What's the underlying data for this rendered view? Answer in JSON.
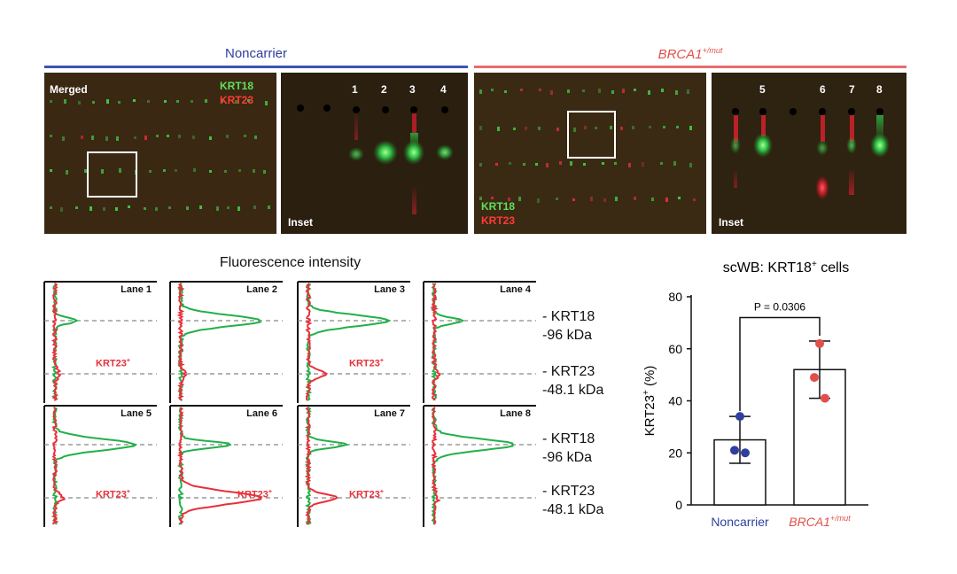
{
  "groups": {
    "noncarrier": {
      "label": "Noncarrier",
      "color": "#2f3f9e"
    },
    "brca1": {
      "label": "BRCA1",
      "superscript": "+/mut",
      "color": "#e0504a"
    }
  },
  "blots": {
    "merged_label": "Merged",
    "inset_label": "Inset",
    "legend_green": "KRT18",
    "legend_red": "KRT23",
    "noncarrier_lanes": [
      "1",
      "2",
      "3",
      "4"
    ],
    "brca1_lanes": [
      "5",
      "6",
      "7",
      "8"
    ]
  },
  "fluorescence": {
    "title": "Fluorescence intensity",
    "krt23_tag": "KRT23",
    "krt23_sup": "+",
    "lanes": [
      {
        "label": "Lane 1",
        "green_peak": 0.25,
        "red_peak": 0.05,
        "red_tag": true,
        "tag_under": true
      },
      {
        "label": "Lane 2",
        "green_peak": 0.95,
        "red_peak": 0.05,
        "red_tag": false
      },
      {
        "label": "Lane 3",
        "green_peak": 0.95,
        "red_peak": 0.2,
        "red_tag": true
      },
      {
        "label": "Lane 4",
        "green_peak": 0.35,
        "red_peak": 0.05,
        "red_tag": false
      },
      {
        "label": "Lane 5",
        "green_peak": 0.95,
        "red_peak": 0.1,
        "red_tag": true
      },
      {
        "label": "Lane 6",
        "green_peak": 0.6,
        "red_peak": 0.95,
        "red_tag": true
      },
      {
        "label": "Lane 7",
        "green_peak": 0.45,
        "red_peak": 0.35,
        "red_tag": true
      },
      {
        "label": "Lane 8",
        "green_peak": 0.95,
        "red_peak": 0.05,
        "red_tag": false
      }
    ],
    "bands": [
      {
        "line1": "- KRT18",
        "line2": "-96 kDa"
      },
      {
        "line1": "- KRT23",
        "line2": "-48.1 kDa"
      }
    ]
  },
  "chart_data": {
    "type": "bar",
    "title": "scWB: KRT18",
    "title_sup": "+",
    "title_suffix": " cells",
    "ylabel": "KRT23",
    "ylabel_sup": "+",
    "ylabel_suffix": " (%)",
    "ylim": [
      0,
      80
    ],
    "yticks": [
      0,
      20,
      40,
      60,
      80
    ],
    "categories": [
      "Noncarrier",
      "BRCA1"
    ],
    "category_sup": [
      "",
      "+/mut"
    ],
    "category_colors": [
      "#2f3f9e",
      "#e0504a"
    ],
    "means": [
      25,
      52
    ],
    "sd": [
      9,
      11
    ],
    "points": [
      [
        34,
        21,
        20
      ],
      [
        62,
        49,
        41
      ]
    ],
    "pvalue_label": "P = 0.0306"
  }
}
